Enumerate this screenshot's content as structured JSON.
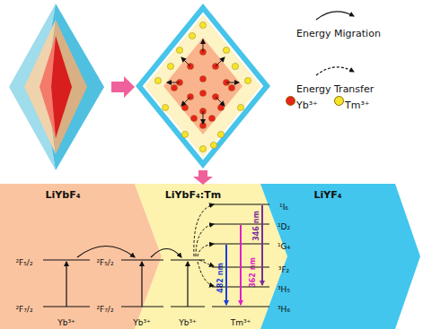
{
  "diagram": {
    "nodes": [
      {
        "text": [
          "LiYbF₄"
        ]
      },
      {
        "text": [
          "LiYbF₄:Tm"
        ]
      },
      {
        "text": [
          "LiYF₄"
        ]
      }
    ],
    "labels": [
      "²F₅/₂",
      "²F₇/₂",
      "²F₅/₂",
      "²F₇/₂",
      "Yb³⁺",
      "Yb³⁺",
      "Yb³⁺",
      "¹I₆",
      "¹D₂",
      "¹G₄",
      "³F₂",
      "³H₅",
      "³H₆",
      "Tm³⁺",
      "346 nm",
      "362 nm",
      "482 nm"
    ],
    "legend": [
      {
        "text": "Energy Migration"
      },
      {
        "text": "Energy Transfer"
      },
      {
        "text": "Yb³⁺",
        "color": "#e8231c"
      },
      {
        "text": "Tm³⁺",
        "color": "#f5e52a"
      }
    ]
  }
}
